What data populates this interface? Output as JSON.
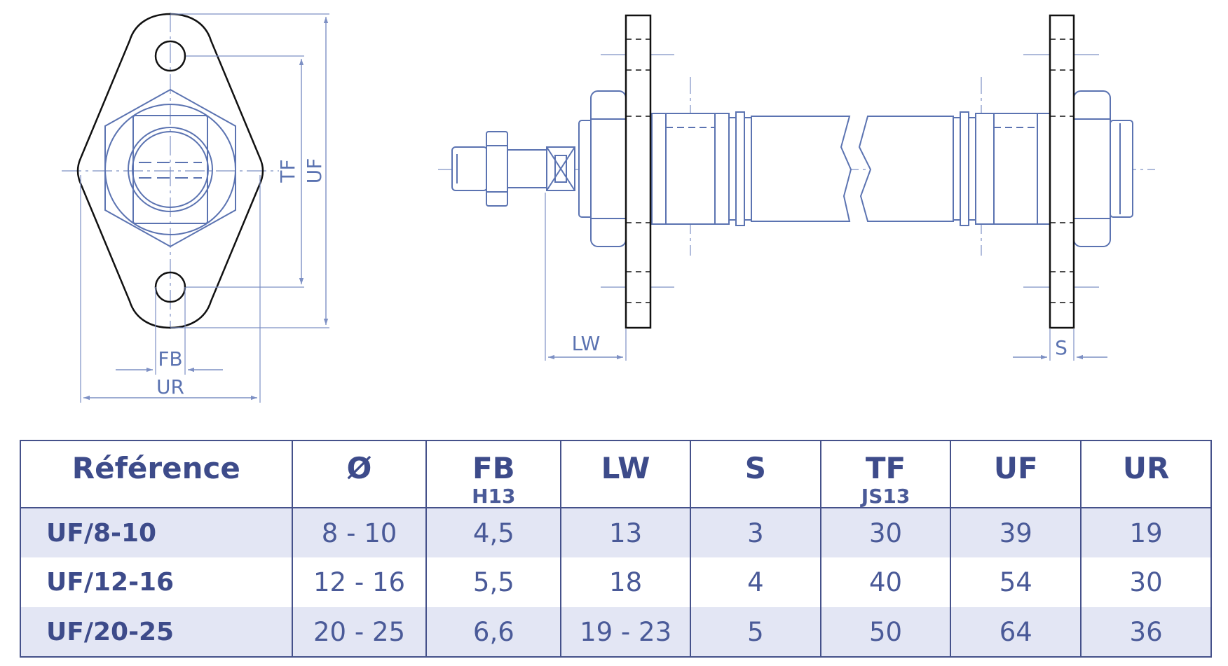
{
  "drawing": {
    "labels": {
      "tf": "TF",
      "uf": "UF",
      "fb": "FB",
      "ur": "UR",
      "lw": "LW",
      "s": "S"
    },
    "colors": {
      "outline": "#111111",
      "part": "#5b73b1",
      "dimension": "#7d90c4"
    }
  },
  "table": {
    "headers": [
      {
        "main": "Référence",
        "sub": ""
      },
      {
        "main": "Ø",
        "sub": ""
      },
      {
        "main": "FB",
        "sub": "H13"
      },
      {
        "main": "LW",
        "sub": ""
      },
      {
        "main": "S",
        "sub": ""
      },
      {
        "main": "TF",
        "sub": "JS13"
      },
      {
        "main": "UF",
        "sub": ""
      },
      {
        "main": "UR",
        "sub": ""
      }
    ],
    "rows": [
      [
        "UF/8-10",
        "8 - 10",
        "4,5",
        "13",
        "3",
        "30",
        "39",
        "19"
      ],
      [
        "UF/12-16",
        "12 - 16",
        "5,5",
        "18",
        "4",
        "40",
        "54",
        "30"
      ],
      [
        "UF/20-25",
        "20 - 25",
        "6,6",
        "19 - 23",
        "5",
        "50",
        "64",
        "36"
      ]
    ],
    "colors": {
      "border": "#45518a",
      "header_text": "#3d4b8a",
      "stripe": "#e3e6f4"
    }
  }
}
